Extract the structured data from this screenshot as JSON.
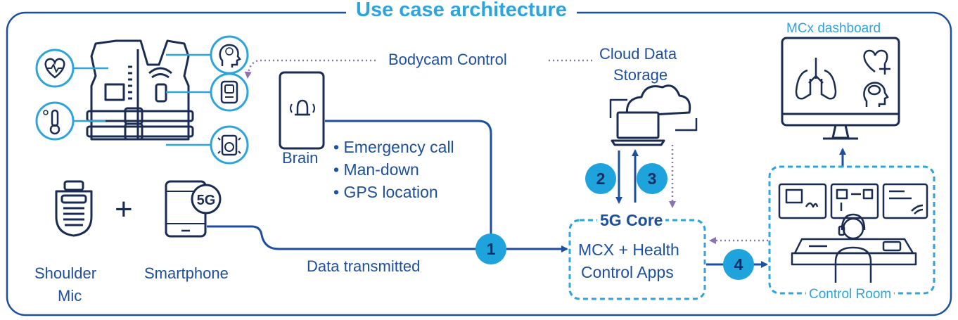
{
  "title": "Use case architecture",
  "labels": {
    "bodycam_control": "Bodycam Control",
    "cloud_data_storage_line1": "Cloud Data",
    "cloud_data_storage_line2": "Storage",
    "mcx_dashboard": "MCx dashboard",
    "brain": "Brain",
    "shoulder_mic_line1": "Shoulder",
    "shoulder_mic_line2": "Mic",
    "smartphone": "Smartphone",
    "data_transmitted": "Data transmitted",
    "core_title": "5G Core",
    "core_apps_line1": "MCX + Health",
    "core_apps_line2": "Control Apps",
    "control_room": "Control Room",
    "phone_badge": "5G",
    "plus": "+"
  },
  "brain_features": [
    "• Emergency call",
    "• Man-down",
    "• GPS location"
  ],
  "steps": [
    "1",
    "2",
    "3",
    "4"
  ],
  "icons": {
    "vest": "tactical-vest-icon",
    "heart": "heart-rate-icon",
    "thermometer": "body-temperature-icon",
    "head": "head-sensor-icon",
    "device": "wearable-device-icon",
    "stress": "stress-sensor-icon",
    "shoulder_mic": "shoulder-mic-icon",
    "smartphone": "smartphone-5g-icon",
    "brain_device": "brain-alarm-device-icon",
    "cloud_laptop": "cloud-laptop-icon",
    "monitor": "dashboard-monitor-icon",
    "lungs": "lungs-icon",
    "heart_plus": "heart-plus-icon",
    "head_brain": "head-brain-icon",
    "operator": "control-room-operator-icon"
  },
  "colors": {
    "dark_blue": "#1d4fa0",
    "navy": "#0d2f63",
    "cyan": "#2ea4dc",
    "badge": "#1fa3dd",
    "dotted_arrow": "#8a72b4"
  }
}
